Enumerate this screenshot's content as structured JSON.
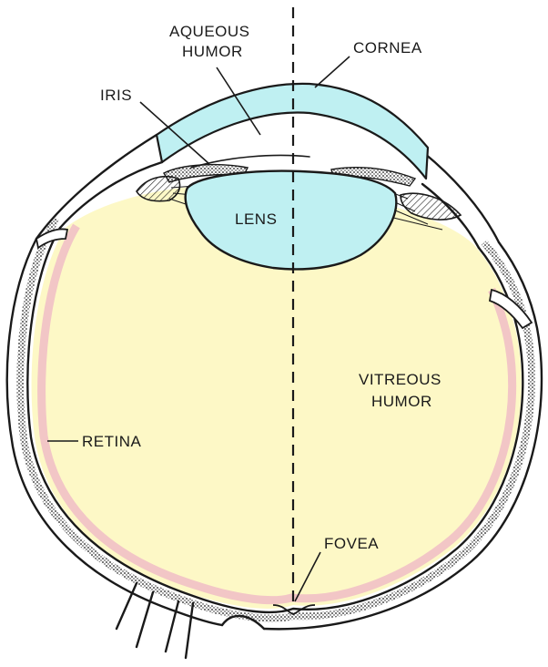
{
  "labels": {
    "aqueous_humor_line1": "AQUEOUS",
    "aqueous_humor_line2": "HUMOR",
    "cornea": "CORNEA",
    "iris": "IRIS",
    "lens": "LENS",
    "vitreous_humor_line1": "VITREOUS",
    "vitreous_humor_line2": "HUMOR",
    "retina": "RETINA",
    "fovea": "FOVEA"
  },
  "colors": {
    "vitreous": "#fdf8c6",
    "cornea_lens": "#bff0f2",
    "retina": "#f2c6c6",
    "sclera_texture": "#1a1a1a"
  }
}
